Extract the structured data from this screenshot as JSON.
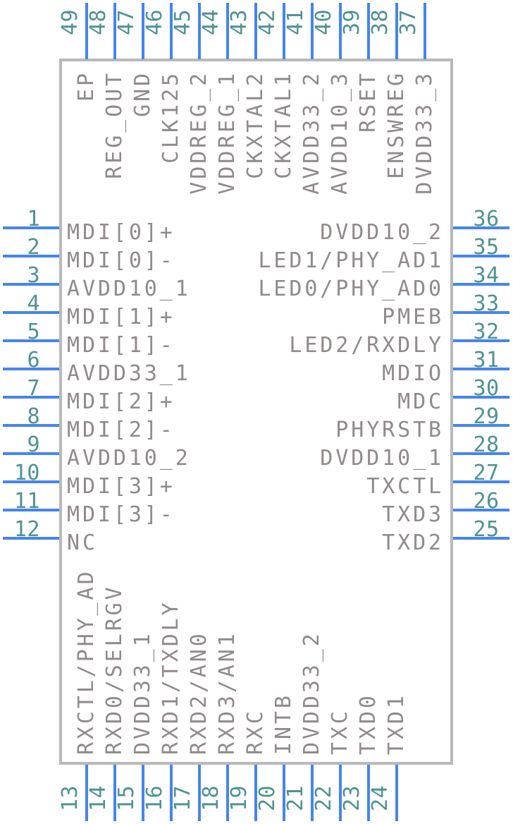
{
  "diagram": {
    "title": "ic-pinout-qfn48",
    "colors": {
      "background": "#ffffff",
      "body_border": "#b9b9b9",
      "pin_line": "#4584f2",
      "pin_number": "#4f9292",
      "pin_label": "#908a8a"
    },
    "pins": {
      "top": [
        {
          "number": "49",
          "label": "EP"
        },
        {
          "number": "48",
          "label": "REG_OUT"
        },
        {
          "number": "47",
          "label": "GND"
        },
        {
          "number": "46",
          "label": "CLK125"
        },
        {
          "number": "45",
          "label": "VDDREG_2"
        },
        {
          "number": "44",
          "label": "VDDREG_1"
        },
        {
          "number": "43",
          "label": "CKXTAL2"
        },
        {
          "number": "42",
          "label": "CKXTAL1"
        },
        {
          "number": "41",
          "label": "AVDD33_2"
        },
        {
          "number": "40",
          "label": "AVDD10_3"
        },
        {
          "number": "39",
          "label": "RSET"
        },
        {
          "number": "38",
          "label": "ENSWREG"
        },
        {
          "number": "37",
          "label": "DVDD33_3"
        }
      ],
      "left": [
        {
          "number": "1",
          "label": "MDI[0]+"
        },
        {
          "number": "2",
          "label": "MDI[0]-"
        },
        {
          "number": "3",
          "label": "AVDD10_1"
        },
        {
          "number": "4",
          "label": "MDI[1]+"
        },
        {
          "number": "5",
          "label": "MDI[1]-"
        },
        {
          "number": "6",
          "label": "AVDD33_1"
        },
        {
          "number": "7",
          "label": "MDI[2]+"
        },
        {
          "number": "8",
          "label": "MDI[2]-"
        },
        {
          "number": "9",
          "label": "AVDD10_2"
        },
        {
          "number": "10",
          "label": "MDI[3]+"
        },
        {
          "number": "11",
          "label": "MDI[3]-"
        },
        {
          "number": "12",
          "label": "NC"
        }
      ],
      "right": [
        {
          "number": "36",
          "label": "DVDD10_2"
        },
        {
          "number": "35",
          "label": "LED1/PHY_AD1"
        },
        {
          "number": "34",
          "label": "LED0/PHY_AD0"
        },
        {
          "number": "33",
          "label": "PMEB"
        },
        {
          "number": "32",
          "label": "LED2/RXDLY"
        },
        {
          "number": "31",
          "label": "MDIO"
        },
        {
          "number": "30",
          "label": "MDC"
        },
        {
          "number": "29",
          "label": "PHYRSTB"
        },
        {
          "number": "28",
          "label": "DVDD10_1"
        },
        {
          "number": "27",
          "label": "TXCTL"
        },
        {
          "number": "26",
          "label": "TXD3"
        },
        {
          "number": "25",
          "label": "TXD2"
        }
      ],
      "bottom": [
        {
          "number": "13",
          "label": "RXCTL/PHY_AD"
        },
        {
          "number": "14",
          "label": "RXD0/SELRGV"
        },
        {
          "number": "15",
          "label": "DVDD33_1"
        },
        {
          "number": "16",
          "label": "RXD1/TXDLY"
        },
        {
          "number": "17",
          "label": "RXD2/AN0"
        },
        {
          "number": "18",
          "label": "RXD3/AN1"
        },
        {
          "number": "19",
          "label": "RXC"
        },
        {
          "number": "20",
          "label": "INTB"
        },
        {
          "number": "21",
          "label": "DVDD33_2"
        },
        {
          "number": "22",
          "label": "TXC"
        },
        {
          "number": "23",
          "label": "TXD0"
        },
        {
          "number": "24",
          "label": "TXD1"
        }
      ]
    }
  }
}
